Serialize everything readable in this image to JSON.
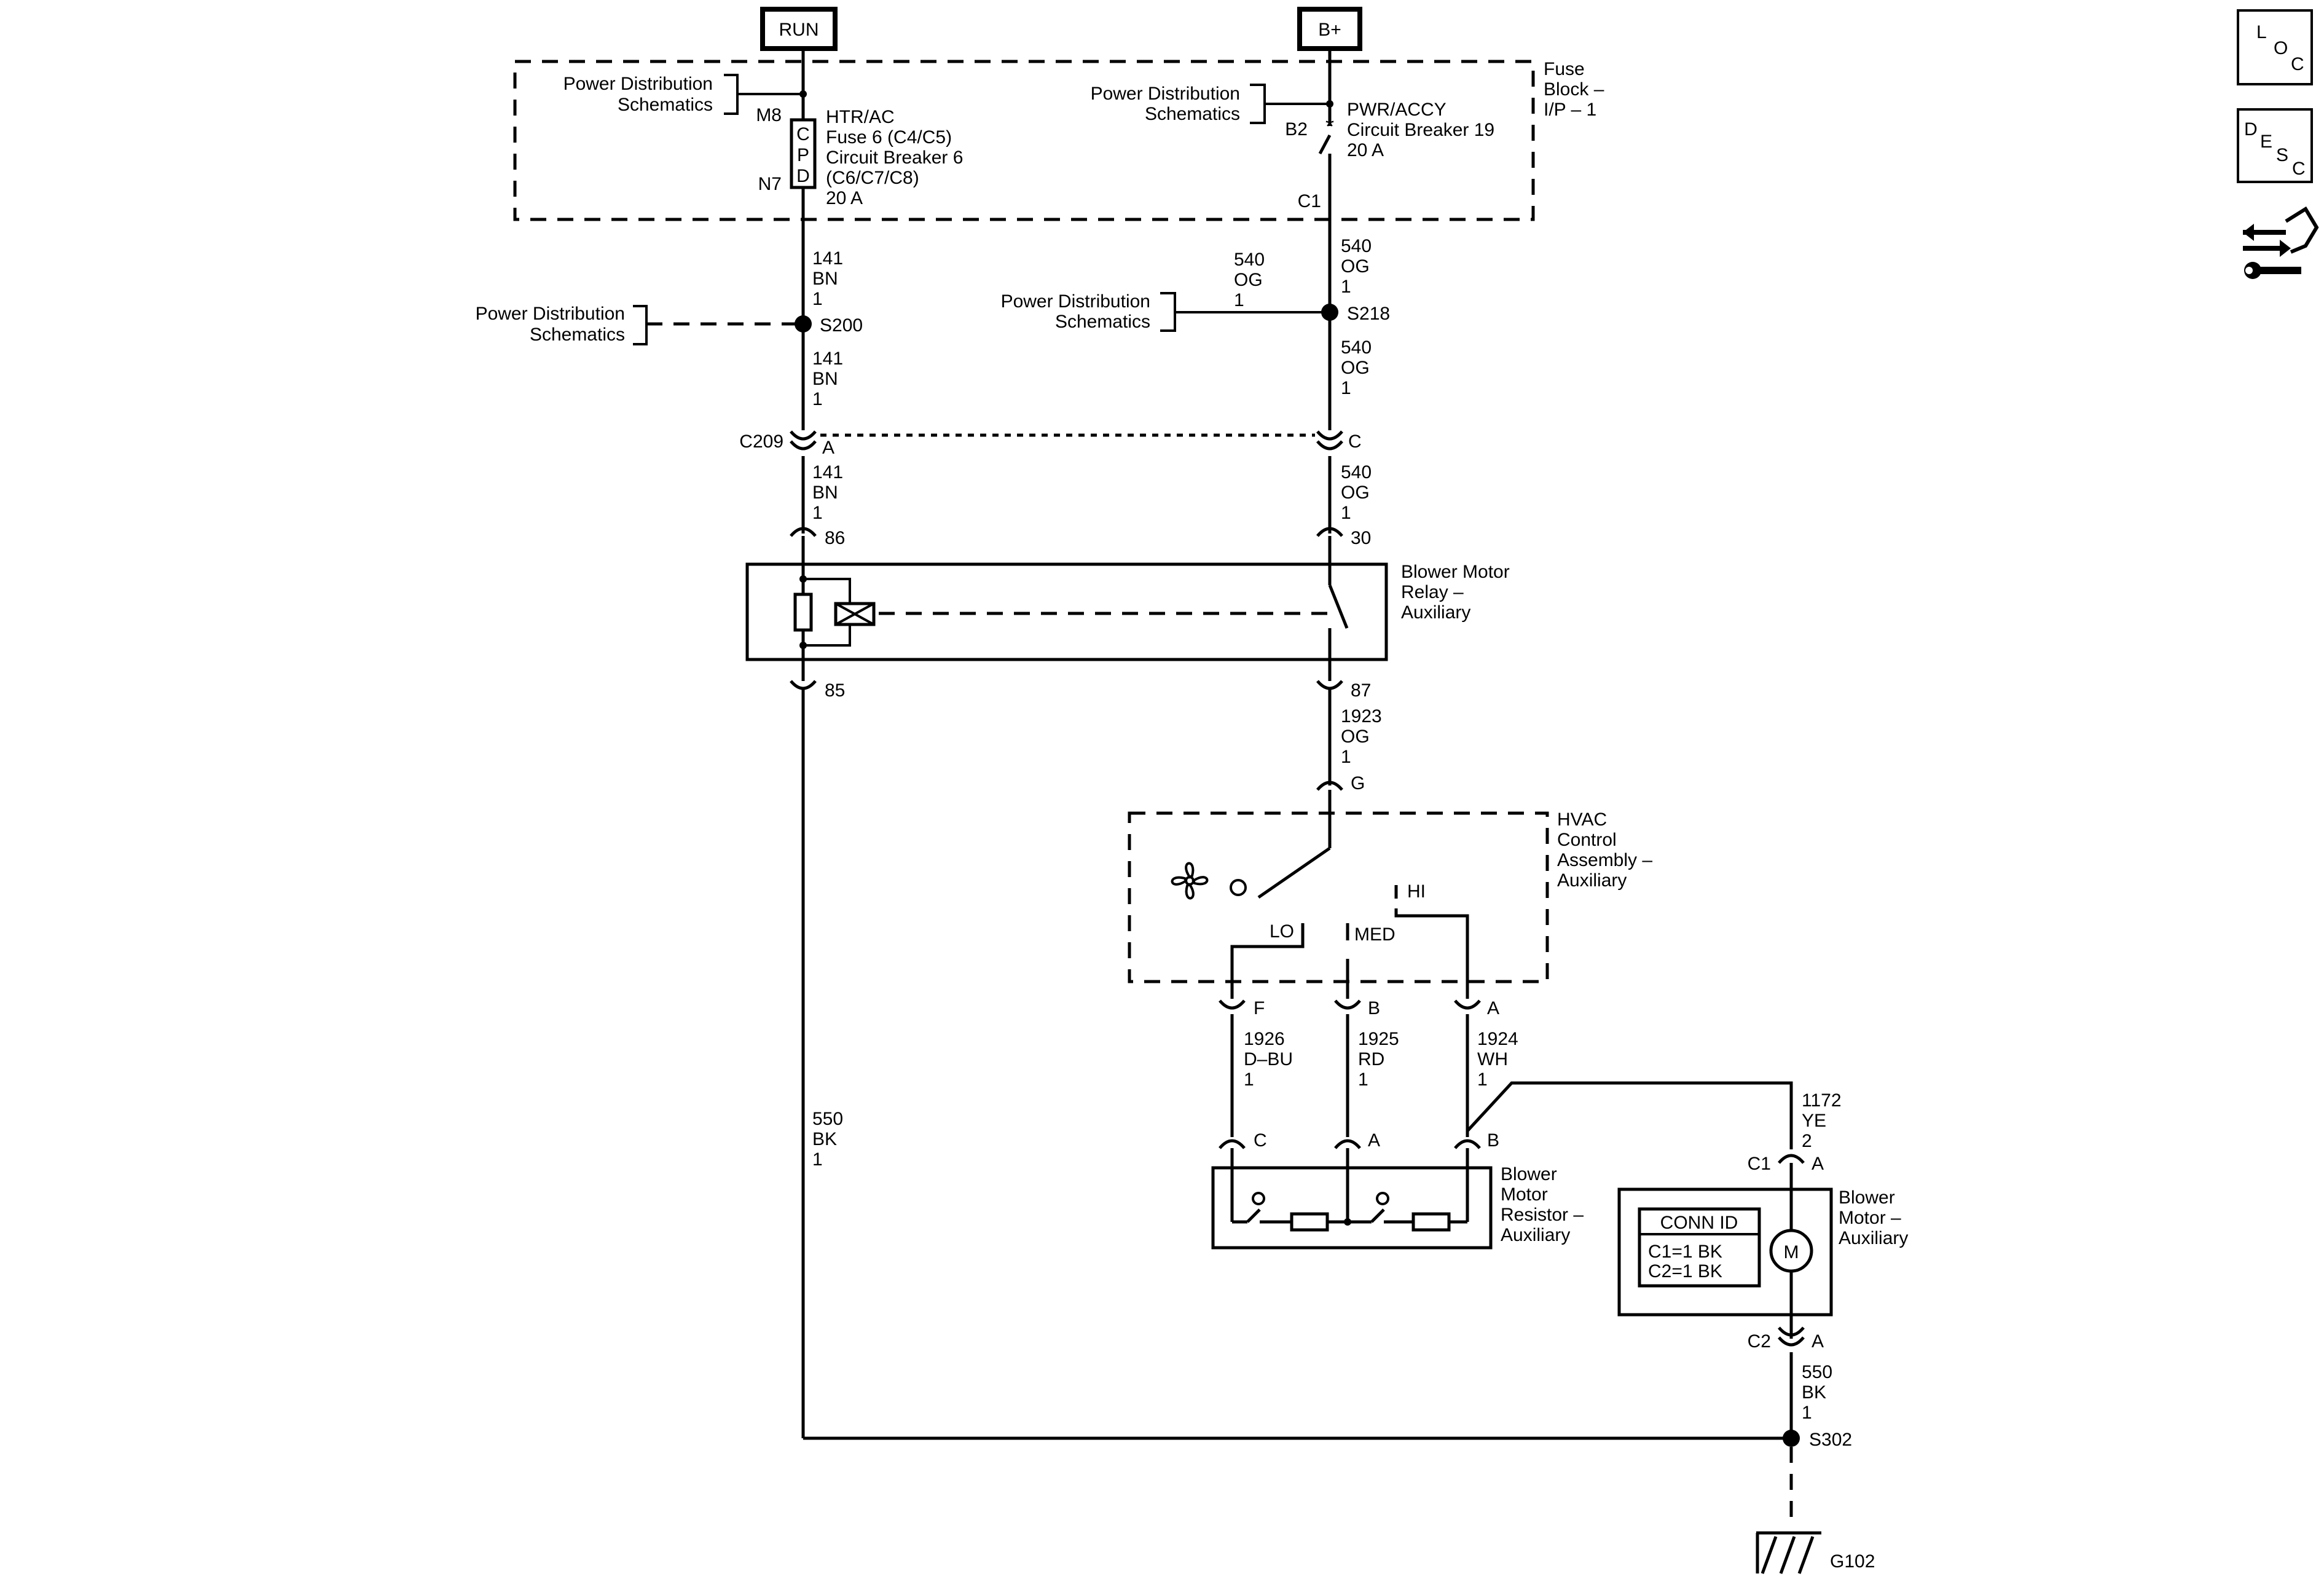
{
  "supply": {
    "run": "RUN",
    "bplus": "B+"
  },
  "nav_icons": {
    "loc": [
      "L",
      "O",
      "C"
    ],
    "desc": [
      "D",
      "E",
      "S",
      "C"
    ],
    "diag": "diagnosis-icon"
  },
  "fuse_block": {
    "title": [
      "Fuse",
      "Block –",
      "I/P – 1"
    ],
    "pds_left": [
      "Power Distribution",
      "Schematics"
    ],
    "pds_right": [
      "Power Distribution",
      "Schematics"
    ],
    "m8": "M8",
    "n7": "N7",
    "cpd": [
      "C",
      "P",
      "D"
    ],
    "htr_text": [
      "HTR/AC",
      "Fuse 6 (C4/C5)",
      "Circuit Breaker 6",
      "(C6/C7/C8)",
      "20 A"
    ],
    "b2": "B2",
    "c1": "C1",
    "pwr_text": [
      "PWR/ACCY",
      "Circuit Breaker 19",
      "20 A"
    ]
  },
  "circuits": {
    "w141_a": [
      "141",
      "BN",
      "1"
    ],
    "w141_b": [
      "141",
      "BN",
      "1"
    ],
    "w141_c": [
      "141",
      "BN",
      "1"
    ],
    "w540_a": [
      "540",
      "OG",
      "1"
    ],
    "w540_left": [
      "540",
      "OG",
      "1"
    ],
    "w540_b": [
      "540",
      "OG",
      "1"
    ],
    "w540_c": [
      "540",
      "OG",
      "1"
    ],
    "w1923": [
      "1923",
      "OG",
      "1"
    ],
    "w550_long": [
      "550",
      "BK",
      "1"
    ],
    "w1926": [
      "1926",
      "D–BU",
      "1"
    ],
    "w1925": [
      "1925",
      "RD",
      "1"
    ],
    "w1924": [
      "1924",
      "WH",
      "1"
    ],
    "w1172": [
      "1172",
      "YE",
      "2"
    ],
    "w550_b": [
      "550",
      "BK",
      "1"
    ]
  },
  "splices": {
    "s200": "S200",
    "s218": "S218",
    "s302": "S302",
    "pds_s200": [
      "Power Distribution",
      "Schematics"
    ],
    "pds_s218": [
      "Power Distribution",
      "Schematics"
    ]
  },
  "connectors": {
    "c209": "C209",
    "c209_a": "A",
    "c209_c": "C",
    "relay_86": "86",
    "relay_30": "30",
    "relay_85": "85",
    "relay_87": "87",
    "hvac_g": "G",
    "hvac_f": "F",
    "hvac_b": "B",
    "hvac_a": "A",
    "res_c": "C",
    "res_a": "A",
    "res_b": "B",
    "motor_c1": "C1",
    "motor_c1_a": "A",
    "motor_c2": "C2",
    "motor_c2_a": "A"
  },
  "components": {
    "relay": [
      "Blower Motor",
      "Relay –",
      "Auxiliary"
    ],
    "hvac": [
      "HVAC",
      "Control",
      "Assembly –",
      "Auxiliary"
    ],
    "resistor": [
      "Blower",
      "Motor",
      "Resistor –",
      "Auxiliary"
    ],
    "motor": [
      "Blower",
      "Motor –",
      "Auxiliary"
    ],
    "switch_lo": "LO",
    "switch_med": "MED",
    "switch_hi": "HI",
    "motor_symbol": "M",
    "conn_id_title": "CONN ID",
    "conn_id_rows": [
      "C1=1 BK",
      "C2=1 BK"
    ]
  },
  "ground": {
    "g102": "G102"
  }
}
